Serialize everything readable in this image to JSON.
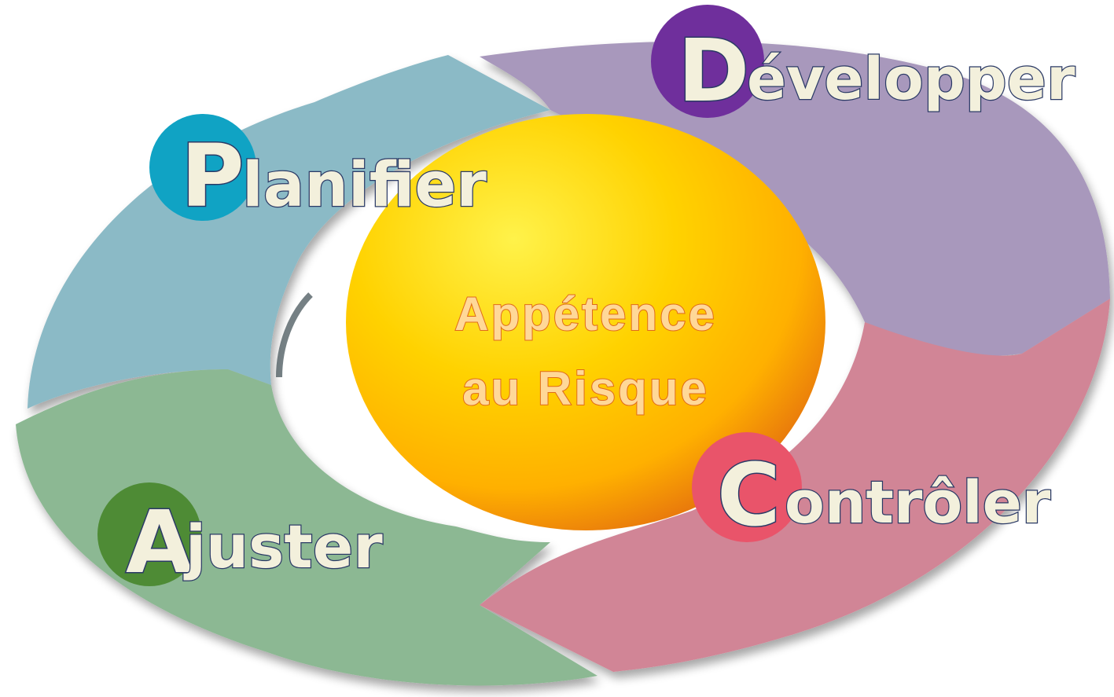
{
  "center": {
    "line1": "Appétence",
    "line2": "au Risque",
    "color": "#ffc400"
  },
  "steps": [
    {
      "letter": "P",
      "rest": "lanifier",
      "circle_color": "#10a3c4",
      "segment_color": "#8bbac6"
    },
    {
      "letter": "D",
      "rest": "évelopper",
      "circle_color": "#6f2f9c",
      "segment_color": "#a898bc"
    },
    {
      "letter": "C",
      "rest": "ontrôler",
      "circle_color": "#e9546a",
      "segment_color": "#d18596"
    },
    {
      "letter": "A",
      "rest": "juster",
      "circle_color": "#4e8b35",
      "segment_color": "#8cb893"
    }
  ]
}
